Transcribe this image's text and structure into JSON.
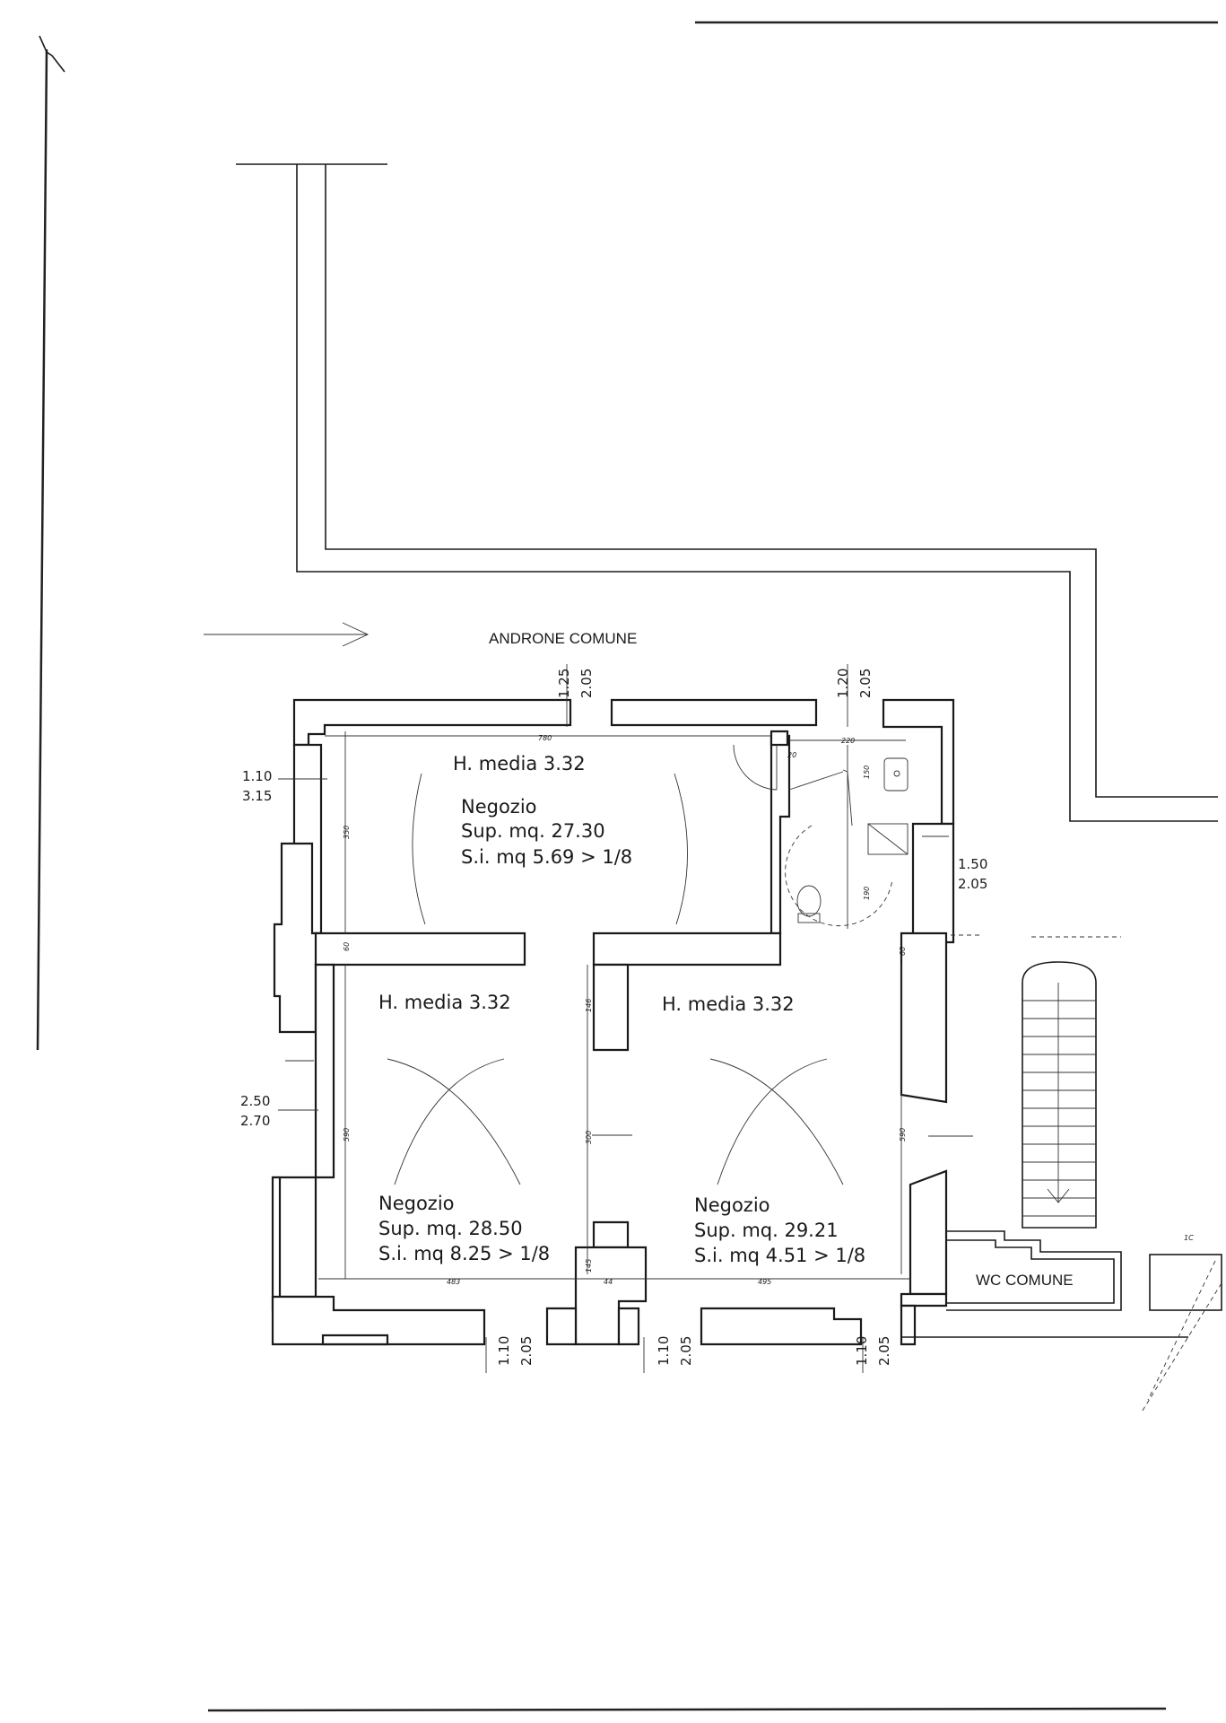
{
  "plan": {
    "corridor_label": "ANDRONE COMUNE",
    "wc_label": "WC COMUNE",
    "rooms": {
      "top": {
        "height": "H. media 3.32",
        "name": "Negozio",
        "area": "Sup. mq. 27.30",
        "light": "S.i. mq 5.69 > 1/8"
      },
      "left": {
        "height": "H. media 3.32",
        "name": "Negozio",
        "area": "Sup. mq. 28.50",
        "light": "S.i. mq 8.25 > 1/8"
      },
      "right": {
        "height": "H. media 3.32",
        "name": "Negozio",
        "area": "Sup. mq. 29.21",
        "light": "S.i. mq 4.51 > 1/8"
      }
    },
    "openings": {
      "top_left_window": {
        "width": "1.10",
        "height": "3.15"
      },
      "left_window": {
        "width": "2.50",
        "height": "2.70"
      },
      "right_window": {
        "width": "1.50",
        "height": "2.05"
      },
      "top_opening_1": {
        "width": "1.25",
        "height": "2.05"
      },
      "top_opening_2": {
        "width": "1.20",
        "height": "2.05"
      },
      "bottom_opening_1": {
        "width": "1.10",
        "height": "2.05"
      },
      "bottom_opening_2": {
        "width": "1.10",
        "height": "2.05"
      },
      "bottom_opening_3": {
        "width": "1.10",
        "height": "2.05"
      }
    },
    "measures": {
      "top_room_width": "780",
      "wc_width": "220",
      "wall_20": "20",
      "top_room_depth": "350",
      "wc_depth_150": "150",
      "wc_depth_190": "190",
      "left_60": "60",
      "right_60": "60",
      "mid_146": "146",
      "left_room_depth": "590",
      "mid_300": "300",
      "right_room_depth": "590",
      "left_room_width": "483",
      "mid_145": "145",
      "mid_44": "44",
      "right_room_width": "495",
      "corner_note": "1C"
    }
  }
}
